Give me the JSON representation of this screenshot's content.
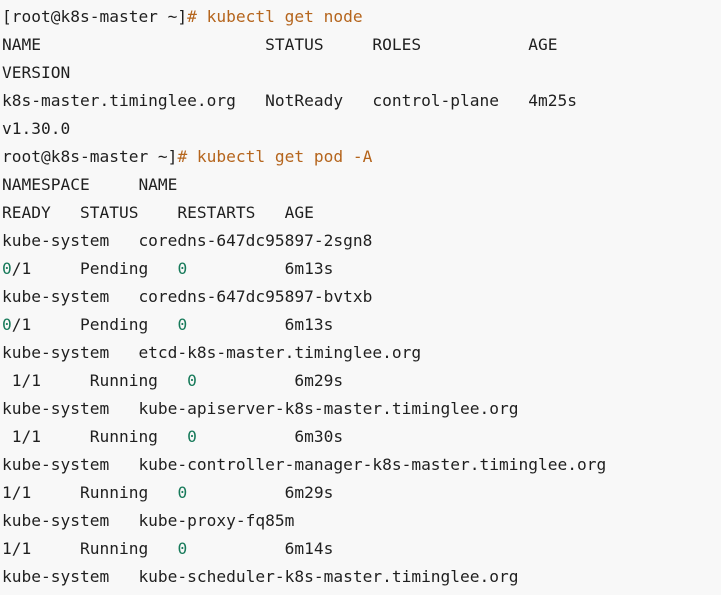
{
  "terminal": {
    "lines": [
      {
        "parts": [
          {
            "t": "[root@k8s-master ~]",
            "c": "plain"
          },
          {
            "t": "# kubectl get node",
            "c": "cmd"
          }
        ]
      },
      {
        "parts": [
          {
            "t": "NAME                       STATUS     ROLES           AGE",
            "c": "plain"
          }
        ]
      },
      {
        "parts": [
          {
            "t": "VERSION",
            "c": "plain"
          }
        ]
      },
      {
        "parts": [
          {
            "t": "k8s-master.timinglee.org   NotReady   control-plane   4m25s",
            "c": "plain"
          }
        ]
      },
      {
        "parts": [
          {
            "t": "v1.30.0",
            "c": "plain"
          }
        ]
      },
      {
        "parts": [
          {
            "t": "root@k8s-master ~]",
            "c": "plain"
          },
          {
            "t": "# kubectl get pod -A",
            "c": "cmd"
          }
        ]
      },
      {
        "parts": [
          {
            "t": "NAMESPACE     NAME",
            "c": "plain"
          }
        ]
      },
      {
        "parts": [
          {
            "t": "READY   STATUS    RESTARTS   AGE",
            "c": "plain"
          }
        ]
      },
      {
        "parts": [
          {
            "t": "kube-system   coredns-647dc95897-2sgn8",
            "c": "plain"
          }
        ]
      },
      {
        "parts": [
          {
            "t": "0",
            "c": "num"
          },
          {
            "t": "/1     Pending   ",
            "c": "plain"
          },
          {
            "t": "0",
            "c": "num"
          },
          {
            "t": "          6m13s",
            "c": "plain"
          }
        ]
      },
      {
        "parts": [
          {
            "t": "kube-system   coredns-647dc95897-bvtxb",
            "c": "plain"
          }
        ]
      },
      {
        "parts": [
          {
            "t": "0",
            "c": "num"
          },
          {
            "t": "/1     Pending   ",
            "c": "plain"
          },
          {
            "t": "0",
            "c": "num"
          },
          {
            "t": "          6m13s",
            "c": "plain"
          }
        ]
      },
      {
        "parts": [
          {
            "t": "kube-system   etcd-k8s-master.timinglee.org",
            "c": "plain"
          }
        ]
      },
      {
        "parts": [
          {
            "t": " 1/1     Running   ",
            "c": "plain"
          },
          {
            "t": "0",
            "c": "num"
          },
          {
            "t": "          6m29s",
            "c": "plain"
          }
        ]
      },
      {
        "parts": [
          {
            "t": "kube-system   kube-apiserver-k8s-master.timinglee.org",
            "c": "plain"
          }
        ]
      },
      {
        "parts": [
          {
            "t": " 1/1     Running   ",
            "c": "plain"
          },
          {
            "t": "0",
            "c": "num"
          },
          {
            "t": "          6m30s",
            "c": "plain"
          }
        ]
      },
      {
        "parts": [
          {
            "t": "kube-system   kube-controller-manager-k8s-master.timinglee.org",
            "c": "plain"
          }
        ]
      },
      {
        "parts": [
          {
            "t": "1/1     Running   ",
            "c": "plain"
          },
          {
            "t": "0",
            "c": "num"
          },
          {
            "t": "          6m29s",
            "c": "plain"
          }
        ]
      },
      {
        "parts": [
          {
            "t": "kube-system   kube-proxy-fq85m",
            "c": "plain"
          }
        ]
      },
      {
        "parts": [
          {
            "t": "1/1     Running   ",
            "c": "plain"
          },
          {
            "t": "0",
            "c": "num"
          },
          {
            "t": "          6m14s",
            "c": "plain"
          }
        ]
      },
      {
        "parts": [
          {
            "t": "kube-system   kube-scheduler-k8s-master.timinglee.org",
            "c": "plain"
          }
        ]
      }
    ],
    "colors": {
      "background": "#f8f8f8",
      "text": "#1f1f1f",
      "command": "#b5651d",
      "number": "#177a5a"
    }
  }
}
